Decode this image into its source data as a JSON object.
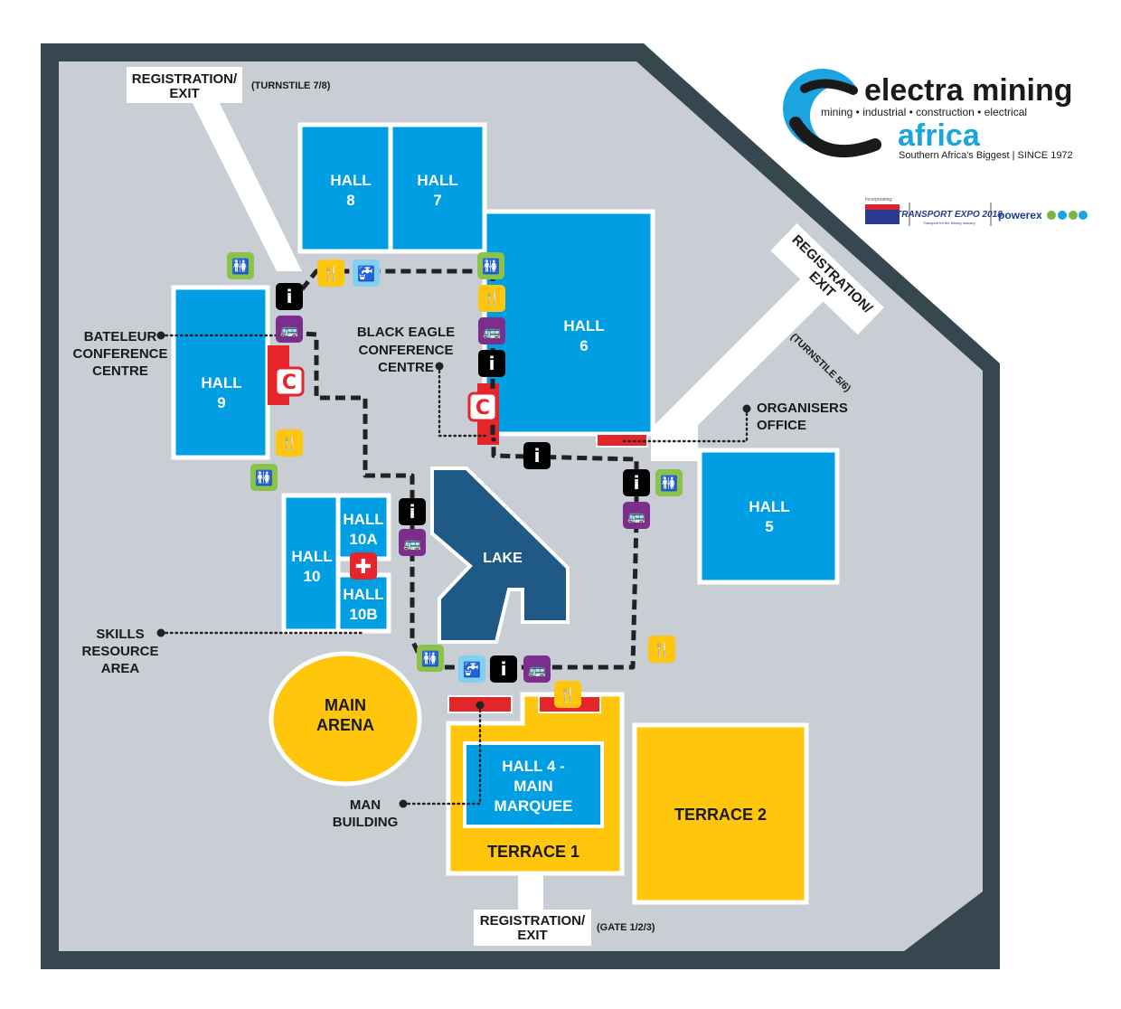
{
  "logo": {
    "brand": "electra mining",
    "tagline": "mining • industrial • construction • electrical",
    "region": "africa",
    "slogan": "Southern Africa's Biggest | SINCE 1972"
  },
  "partners": {
    "incorporating": "Incorporating:",
    "transport_expo": "TRANSPORT EXPO 2018",
    "transport_sub": "Transport for the Mining Industry",
    "powerex": "powerex"
  },
  "halls": {
    "hall8": [
      "HALL",
      "8"
    ],
    "hall7": [
      "HALL",
      "7"
    ],
    "hall6": [
      "HALL",
      "6"
    ],
    "hall9": [
      "HALL",
      "9"
    ],
    "hall5": [
      "HALL",
      "5"
    ],
    "hall10": [
      "HALL",
      "10"
    ],
    "hall10a": [
      "HALL",
      "10A"
    ],
    "hall10b": [
      "HALL",
      "10B"
    ],
    "hall4": [
      "HALL 4 -",
      "MAIN",
      "MARQUEE"
    ]
  },
  "areas": {
    "lake": "LAKE",
    "main_arena": [
      "MAIN",
      "ARENA"
    ],
    "terrace1": "TERRACE 1",
    "terrace2": "TERRACE 2"
  },
  "entrances": {
    "top_left": {
      "label": [
        "REGISTRATION/",
        "EXIT"
      ],
      "note": "(TURNSTILE 7/8)"
    },
    "right": {
      "label": [
        "REGISTRATION/",
        "EXIT"
      ],
      "note": "(TURNSTILE 5/6)"
    },
    "bottom": {
      "label": [
        "REGISTRATION/",
        "EXIT"
      ],
      "note": "(GATE 1/2/3)"
    }
  },
  "callouts": {
    "bateleur": [
      "BATELEUR",
      "CONFERENCE",
      "CENTRE"
    ],
    "black_eagle": [
      "BLACK EAGLE",
      "CONFERENCE",
      "CENTRE"
    ],
    "organisers": [
      "ORGANISERS",
      "OFFICE"
    ],
    "skills": [
      "SKILLS",
      "RESOURCE",
      "AREA"
    ],
    "man_building": [
      "MAN",
      "BUILDING"
    ]
  },
  "icons": {
    "info_glyph": "i",
    "conference_glyph": "C",
    "restaurant_glyph": "🍴",
    "toilet_glyph": "🚻",
    "bus_glyph": "🚌",
    "water_glyph": "🚰"
  },
  "colors": {
    "border": "#37474f",
    "ground": "#c9ced4",
    "hall": "#009fe3",
    "lake": "#1f5a86",
    "yellow": "#ffc60b",
    "red": "#e4252a",
    "toilet": "#8bc34a",
    "food": "#ffc60b",
    "bus": "#7b2e8e",
    "water": "#7fd0f3",
    "info": "#000000"
  }
}
